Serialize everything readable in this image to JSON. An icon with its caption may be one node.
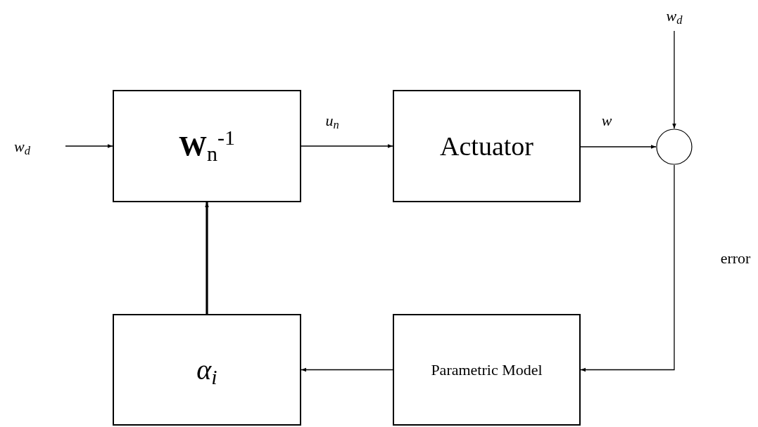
{
  "diagram": {
    "nodes": [
      {
        "text": [
          "**W**$_{n}$$^{-1}$"
        ]
      },
      {
        "text": [
          "Actuator"
        ]
      },
      {
        "text": [],
        "shape": "circle"
      },
      {
        "text": [
          "α$_{i}$"
        ]
      },
      {
        "text": [
          "Parametric Model"
        ]
      },
      {
        "text": [
          "w$_{d}$"
        ]
      },
      {
        "text": [
          "w$_{d}$"
        ]
      }
    ],
    "edges": [
      {
        "from": 5,
        "to": 0,
        "arrow": "to"
      },
      {
        "from": 0,
        "to": 1,
        "arrow": "to",
        "label": "u$_{n}$"
      },
      {
        "from": 1,
        "to": 2,
        "arrow": "to",
        "label": "w"
      },
      {
        "from": 6,
        "to": 2,
        "arrow": "to"
      },
      {
        "from": 2,
        "to": 4,
        "arrow": "to",
        "label": "error"
      },
      {
        "from": 4,
        "to": 3,
        "arrow": "to"
      },
      {
        "from": 3,
        "to": 0,
        "arrow": "to",
        "style": "thick"
      }
    ]
  }
}
